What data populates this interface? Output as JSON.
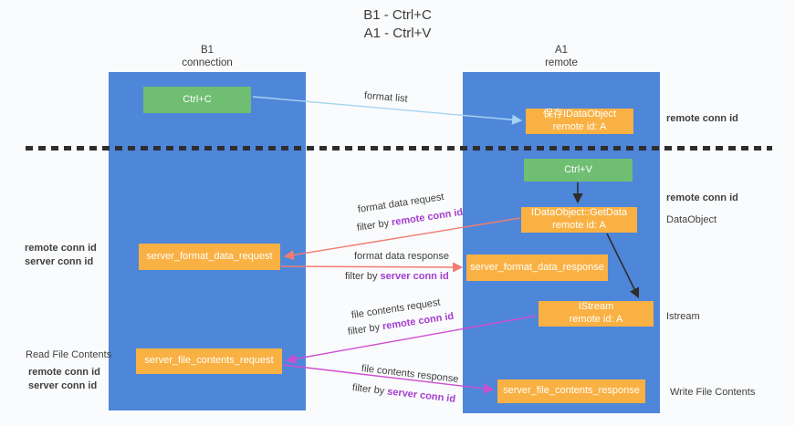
{
  "title": {
    "line1": "B1 - Ctrl+C",
    "line2": "A1 - Ctrl+V"
  },
  "lanes": {
    "left": {
      "name": "B1",
      "role": "connection"
    },
    "right": {
      "name": "A1",
      "role": "remote"
    }
  },
  "boxes": {
    "ctrl_c": {
      "label": "Ctrl+C"
    },
    "ctrl_v": {
      "label": "Ctrl+V"
    },
    "save_idataobject": {
      "line1": "保存IDataObject",
      "line2": "remote id: A"
    },
    "getdata": {
      "line1": "IDataObject::GetData",
      "line2": "remote id: A"
    },
    "istream": {
      "line1": "IStream",
      "line2": "remote id: A"
    },
    "server_format_data_request": {
      "label": "server_format_data_request"
    },
    "server_format_data_response": {
      "label": "server_format_data_response"
    },
    "server_file_contents_request": {
      "label": "server_file_contents_request"
    },
    "server_file_contents_response": {
      "label": "server_file_contents_response"
    }
  },
  "flow_labels": {
    "format_list": "format list",
    "format_data_request": "format data request",
    "format_data_response": "format data response",
    "file_contents_request": "file contents request",
    "file_contents_response": "file contents response",
    "filter_by": "filter by ",
    "remote_conn_id": "remote conn id",
    "server_conn_id": "server conn id"
  },
  "side_labels": {
    "right_remote_conn_id_top": "remote conn id",
    "right_remote_conn_id_mid": "remote conn id",
    "dataobject": "DataObject",
    "istream": "Istream",
    "write_file_contents": "Write File Contents",
    "left_remote_conn_id_top": "remote conn id",
    "left_server_conn_id_top": "server conn id",
    "read_file_contents": "Read File Contents",
    "left_remote_conn_id_bottom": "remote conn id",
    "left_server_conn_id_bottom": "server conn id"
  },
  "colors": {
    "lane_blue": "#4e86d9",
    "box_green": "#6fbe72",
    "box_orange": "#f9b143",
    "text_purple": "#a23dd0",
    "text_green": "#53b45a",
    "arrow_salmon": "#f07d72",
    "arrow_magenta": "#cd4fd0",
    "arrow_lightblue": "#a6d3f2",
    "arrow_black": "#2e2e2e",
    "background": "#fafbfc"
  }
}
